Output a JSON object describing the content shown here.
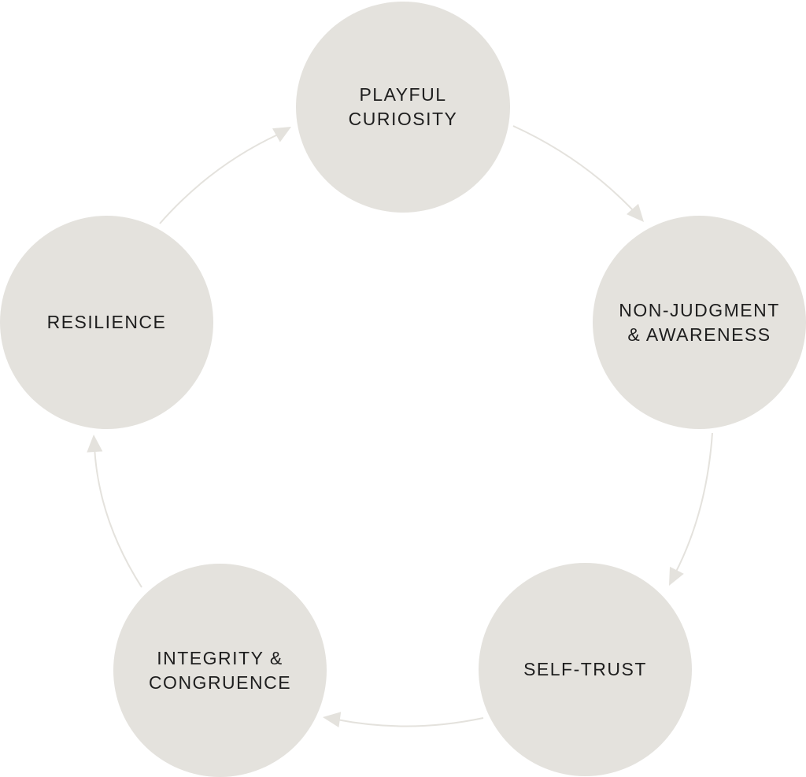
{
  "diagram": {
    "type": "cycle",
    "colors": {
      "node_fill": "#e4e2dd",
      "arrow": "#e4e2dd",
      "text": "#1e1e1e",
      "background": "#ffffff"
    },
    "nodes": [
      {
        "id": "playful",
        "label": "PLAYFUL\nCURIOSITY"
      },
      {
        "id": "nonjudgment",
        "label": "NON-JUDGMENT\n& AWARENESS"
      },
      {
        "id": "selftrust",
        "label": "SELF-TRUST"
      },
      {
        "id": "integrity",
        "label": "INTEGRITY &\nCONGRUENCE"
      },
      {
        "id": "resilience",
        "label": "RESILIENCE"
      }
    ],
    "edges": [
      {
        "from": "playful",
        "to": "nonjudgment"
      },
      {
        "from": "nonjudgment",
        "to": "selftrust"
      },
      {
        "from": "selftrust",
        "to": "integrity"
      },
      {
        "from": "integrity",
        "to": "resilience"
      },
      {
        "from": "resilience",
        "to": "playful"
      }
    ]
  }
}
